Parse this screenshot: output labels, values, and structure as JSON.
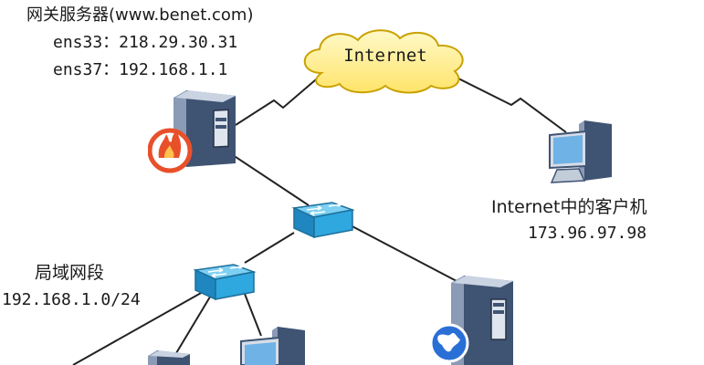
{
  "gateway": {
    "title": "网关服务器(www.benet.com)",
    "ens33": "ens33：218.29.30.31",
    "ens37": "ens37：192.168.1.1"
  },
  "cloud": {
    "label": "Internet"
  },
  "client": {
    "title": "Internet中的客户机",
    "ip": "173.96.97.98"
  },
  "lan": {
    "title": "局域网段",
    "subnet": "192.168.1.0/24"
  },
  "icons": {
    "gateway": "server-firewall-icon",
    "client": "desktop-computer-icon",
    "switch_upper": "network-switch-icon",
    "switch_lower": "network-switch-icon",
    "web_server": "server-globe-icon",
    "lan_host_a": "server-icon",
    "lan_host_b": "desktop-computer-icon"
  },
  "colors": {
    "cloud_fill": "#fff3a0",
    "cloud_stroke": "#c9a200",
    "switch_fill": "#2fa7df",
    "server_body": "#5a6f8e",
    "firewall": "#e8502a",
    "globe": "#2a6fd6",
    "monitor": "#6fb2e6",
    "link": "#222222"
  }
}
